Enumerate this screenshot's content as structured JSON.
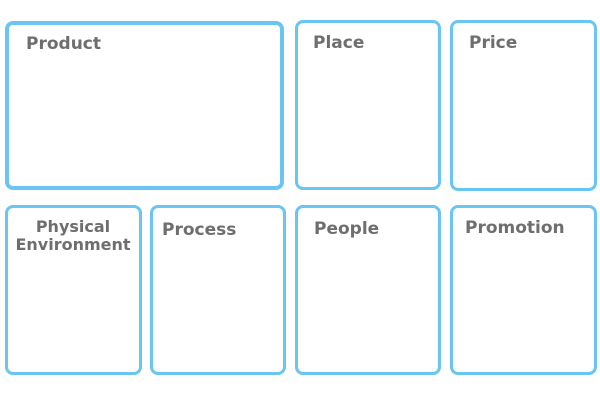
{
  "diagram": {
    "colors": {
      "border": "#69c5f2",
      "label_text": "#6e6e6e",
      "background": "#ffffff"
    },
    "cells": {
      "product": {
        "label": "Product"
      },
      "place": {
        "label": "Place"
      },
      "price": {
        "label": "Price"
      },
      "physical_environment": {
        "label_line1": "Physical",
        "label_line2": "Environment"
      },
      "process": {
        "label": "Process"
      },
      "people": {
        "label": "People"
      },
      "promotion": {
        "label": "Promotion"
      }
    }
  }
}
